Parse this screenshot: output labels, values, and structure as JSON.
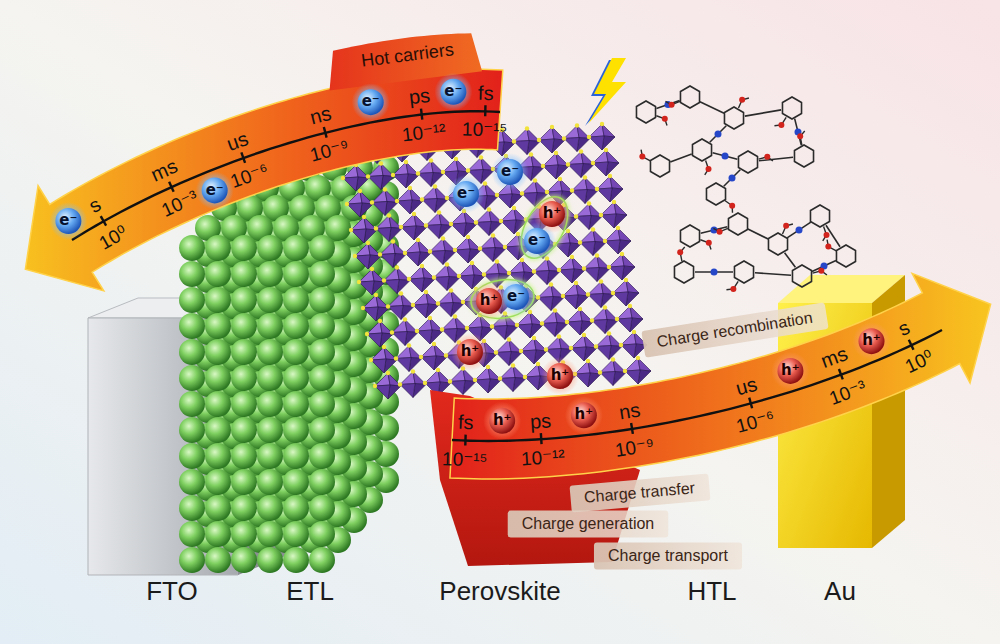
{
  "diagram": {
    "nodes": [
      {
        "text": [
          "FTO"
        ]
      },
      {
        "text": [
          "ETL"
        ]
      },
      {
        "text": [
          "Perovskite"
        ]
      },
      {
        "text": [
          "HTL"
        ]
      },
      {
        "text": [
          "Au"
        ]
      }
    ],
    "labels": [
      "Hot carriers",
      "s",
      "ms",
      "us",
      "ns",
      "ps",
      "fs",
      "10⁰",
      "10⁻³",
      "10⁻⁶",
      "10⁻⁹",
      "10⁻¹²",
      "10⁻¹⁵",
      "e⁻",
      "e⁻",
      "e⁻",
      "e⁻",
      "e⁻",
      "e⁻",
      "e⁻",
      "e⁻",
      "h⁺",
      "h⁺",
      "h⁺",
      "h⁺",
      "h⁺",
      "h⁺",
      "h⁺",
      "h⁺",
      "Charge recombination",
      "fs",
      "ps",
      "ns",
      "us",
      "ms",
      "s",
      "10⁻¹⁵",
      "10⁻¹²",
      "10⁻⁹",
      "10⁻⁶",
      "10⁻³",
      "10⁰",
      "Charge transfer",
      "Charge generation",
      "Charge transport"
    ]
  }
}
